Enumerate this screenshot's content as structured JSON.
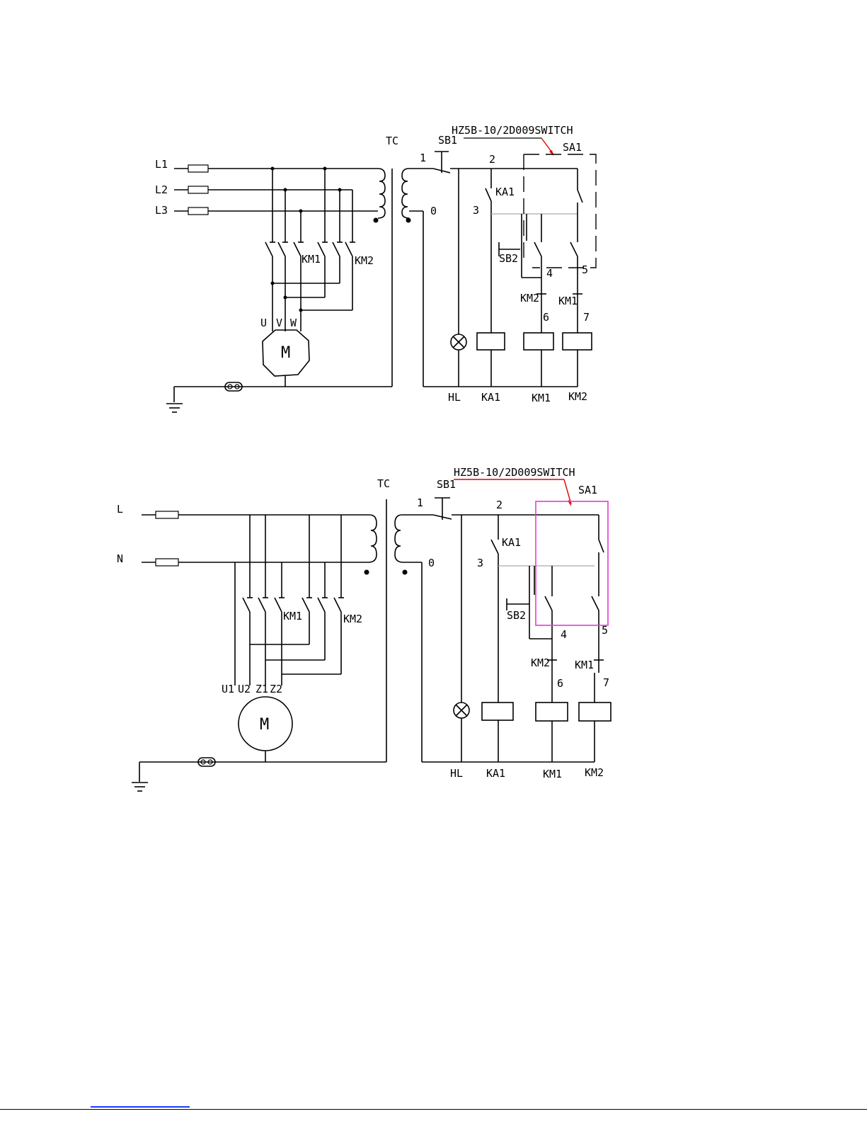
{
  "diagram_top": {
    "transformer_label": "TC",
    "sb1_label": "SB1",
    "switch_label": "HZ5B-10/2D009SWITCH",
    "sa1_label": "SA1",
    "line_labels": [
      "L1",
      "L2",
      "L3"
    ],
    "contactor_labels": [
      "KM1",
      "KM2"
    ],
    "motor_terminals": [
      "U",
      "V",
      "W"
    ],
    "motor_label": "M",
    "node_labels": [
      "1",
      "0",
      "2",
      "3",
      "4",
      "5",
      "6",
      "7"
    ],
    "ka1_contact_label": "KA1",
    "sb2_label": "SB2",
    "interlock_labels": [
      "KM2",
      "KM1"
    ],
    "bottom_labels": [
      "HL",
      "KA1",
      "KM1",
      "KM2"
    ]
  },
  "diagram_bottom": {
    "transformer_label": "TC",
    "sb1_label": "SB1",
    "switch_label": "HZ5B-10/2D009SWITCH",
    "sa1_label": "SA1",
    "line_labels": [
      "L",
      "N"
    ],
    "contactor_labels": [
      "KM1",
      "KM2"
    ],
    "motor_terminals": [
      "U1",
      "U2",
      "Z1",
      "Z2"
    ],
    "motor_label": "M",
    "node_labels": [
      "1",
      "0",
      "2",
      "3",
      "4",
      "5",
      "6",
      "7"
    ],
    "ka1_contact_label": "KA1",
    "sb2_label": "SB2",
    "interlock_labels": [
      "KM2",
      "KM1"
    ],
    "bottom_labels": [
      "HL",
      "KA1",
      "KM1",
      "KM2"
    ]
  },
  "colors": {
    "highlight_box": "#e23bd8",
    "arrow": "#e00000",
    "footer_link": "#1a3cff"
  }
}
